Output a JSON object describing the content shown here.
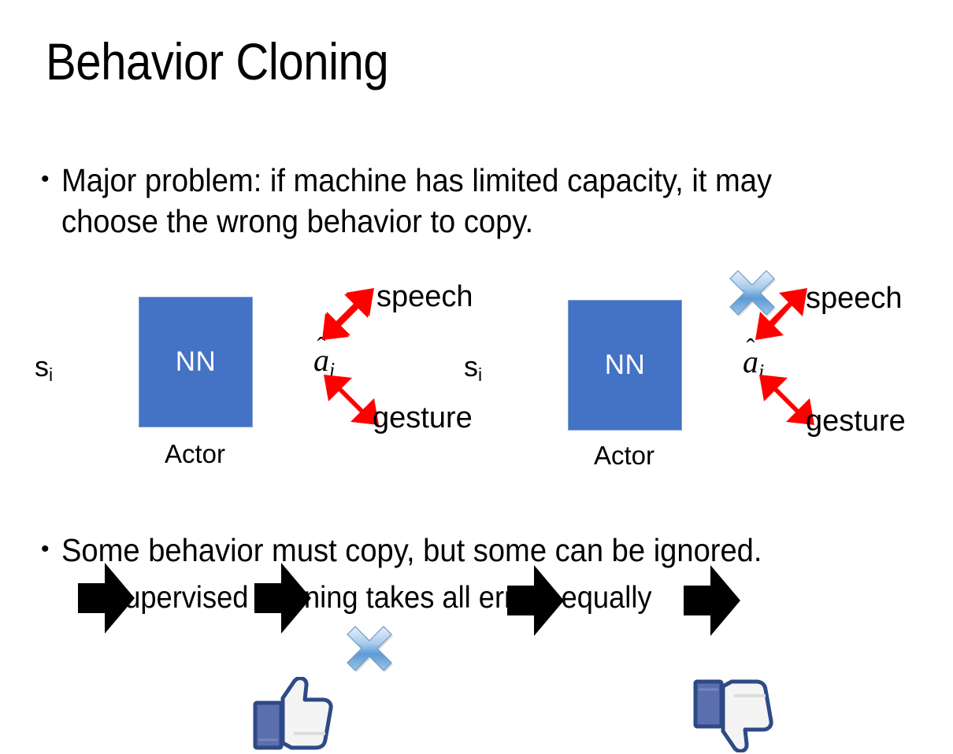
{
  "slide": {
    "title": "Behavior Cloning",
    "background_color": "#FFFFFF",
    "bullets_top": [
      {
        "marker": "•",
        "text": "Major problem: if machine has limited capacity, it may choose the wrong behavior to copy."
      }
    ],
    "bullets_bottom": [
      {
        "marker": "•",
        "text": "Some behavior must copy, but some can be ignored.",
        "level": 1
      },
      {
        "marker": "•",
        "text": "Supervised learning takes all errors equally",
        "level": 2
      }
    ]
  },
  "colors": {
    "nn_box_fill": "#4472C4",
    "nn_box_border": "#7FA0D8",
    "nn_text": "#FFFFFF",
    "arrow_black": "#000000",
    "arrow_red": "#FF0000",
    "x_blue_light": "#CFE2F7",
    "x_blue_mid": "#6FA8DC",
    "x_blue_dark": "#2F6BB0",
    "thumb_outline": "#2E4A86",
    "thumb_cuff": "#5B6FAE",
    "thumb_fill": "#F2F2F2",
    "text_black": "#000000"
  },
  "diagrams": [
    {
      "id": "left",
      "input_label": "s",
      "input_subscript": "i",
      "box_label": "NN",
      "box_caption": "Actor",
      "output_label": "a",
      "output_subscript": "i",
      "output_hat": "̂",
      "branches": [
        {
          "name": "speech",
          "label": "speech",
          "direction": "up-right",
          "crossed_out": false
        },
        {
          "name": "gesture",
          "label": "gesture",
          "direction": "down-right",
          "crossed_out": true
        }
      ],
      "verdict_icon": "thumbs-up",
      "verdict": "good"
    },
    {
      "id": "right",
      "input_label": "s",
      "input_subscript": "i",
      "box_label": "NN",
      "box_caption": "Actor",
      "output_label": "a",
      "output_subscript": "i",
      "output_hat": "̂",
      "branches": [
        {
          "name": "speech",
          "label": "speech",
          "direction": "up-right",
          "crossed_out": true
        },
        {
          "name": "gesture",
          "label": "gesture",
          "direction": "down-right",
          "crossed_out": false
        }
      ],
      "verdict_icon": "thumbs-down",
      "verdict": "bad"
    }
  ]
}
